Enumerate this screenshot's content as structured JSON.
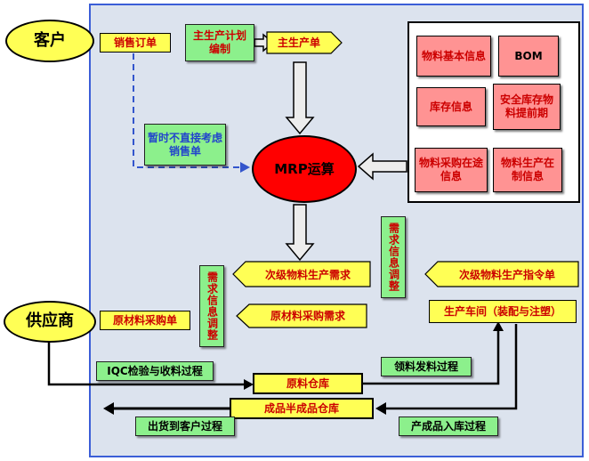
{
  "colors": {
    "yellow": "#ffff55",
    "green": "#8cf08c",
    "pink": "#ff9393",
    "red-node": "#ff0000",
    "panel-bg": "#dce3ee",
    "panel-border": "#3b5ed7",
    "text-red": "#cc0000",
    "text-blue": "#2244cc",
    "flow-blue": "#3355cc",
    "arrow-fill": "#ededed"
  },
  "external": {
    "customer": "客户",
    "supplier": "供应商"
  },
  "flow": {
    "sales_order": "销售订单",
    "master_plan": "主生产计划编制",
    "master_order": "主生产单",
    "skip_sales_note": "暂时不直接考虑销售单",
    "mrp": "MRP运算",
    "demand_adjust": "需求信息调整",
    "secondary_demand": "次级物料生产需求",
    "secondary_order": "次级物料生产指令单",
    "raw_purchase_order": "原材料采购单",
    "raw_purchase_demand": "原材料采购需求",
    "workshop": "生产车间（装配与注塑）"
  },
  "inputs_panel": {
    "items": [
      {
        "label": "物料基本信息"
      },
      {
        "label": "BOM"
      },
      {
        "label": "库存信息"
      },
      {
        "label": "安全库存物料提前期"
      },
      {
        "label": "物料采购在途信息"
      },
      {
        "label": "物料生产在制信息"
      }
    ]
  },
  "warehouse": {
    "raw": "原料仓库",
    "finished": "成品半成品仓库"
  },
  "processes": {
    "iqc": "IQC检验与收料过程",
    "issue": "领料发料过程",
    "ship": "出货到客户过程",
    "inbound": "产成品入库过程"
  }
}
